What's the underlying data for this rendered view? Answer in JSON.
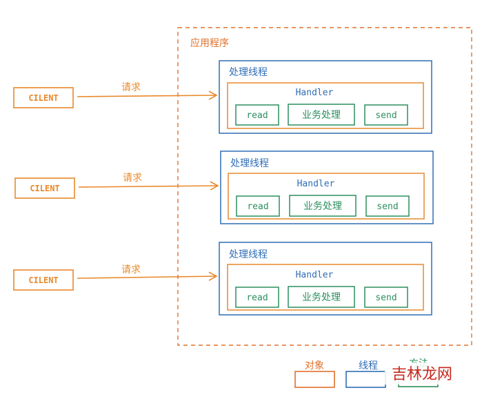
{
  "app": {
    "title": "应用程序"
  },
  "clients": [
    {
      "label": "CILENT",
      "arrow_label": "请求"
    },
    {
      "label": "CILENT",
      "arrow_label": "请求"
    },
    {
      "label": "CILENT",
      "arrow_label": "请求"
    }
  ],
  "threads": [
    {
      "title": "处理线程",
      "handler": "Handler",
      "steps": [
        "read",
        "业务处理",
        "send"
      ]
    },
    {
      "title": "处理线程",
      "handler": "Handler",
      "steps": [
        "read",
        "业务处理",
        "send"
      ]
    },
    {
      "title": "处理线程",
      "handler": "Handler",
      "steps": [
        "read",
        "业务处理",
        "send"
      ]
    }
  ],
  "legend": {
    "object": "对象",
    "thread": "线程",
    "method": "方法"
  },
  "watermark": "吉林龙网",
  "colors": {
    "orange": "#e8892b",
    "orange_dark": "#e0702a",
    "blue": "#2f6db5",
    "green": "#2a8f5e"
  }
}
